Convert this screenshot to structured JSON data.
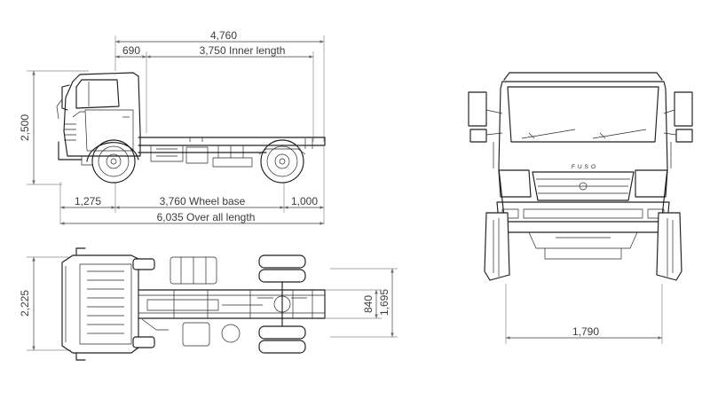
{
  "side_view": {
    "overall_top": "4,760",
    "cab_front": "690",
    "inner_length": "3,750 Inner length",
    "height": "2,500",
    "front_overhang": "1,275",
    "wheel_base": "3,760 Wheel base",
    "rear_overhang": "1,000",
    "overall_length": "6,035 Over all length"
  },
  "top_view": {
    "overall_width": "2,225",
    "frame_inner_width": "840",
    "frame_outer_width": "1,695"
  },
  "front_view": {
    "track_width": "1,790",
    "brand_text": "FUSO"
  },
  "colors": {
    "line": "#1e1e1e",
    "dimension": "#6b6b6b",
    "label": "#3b3b3b"
  }
}
